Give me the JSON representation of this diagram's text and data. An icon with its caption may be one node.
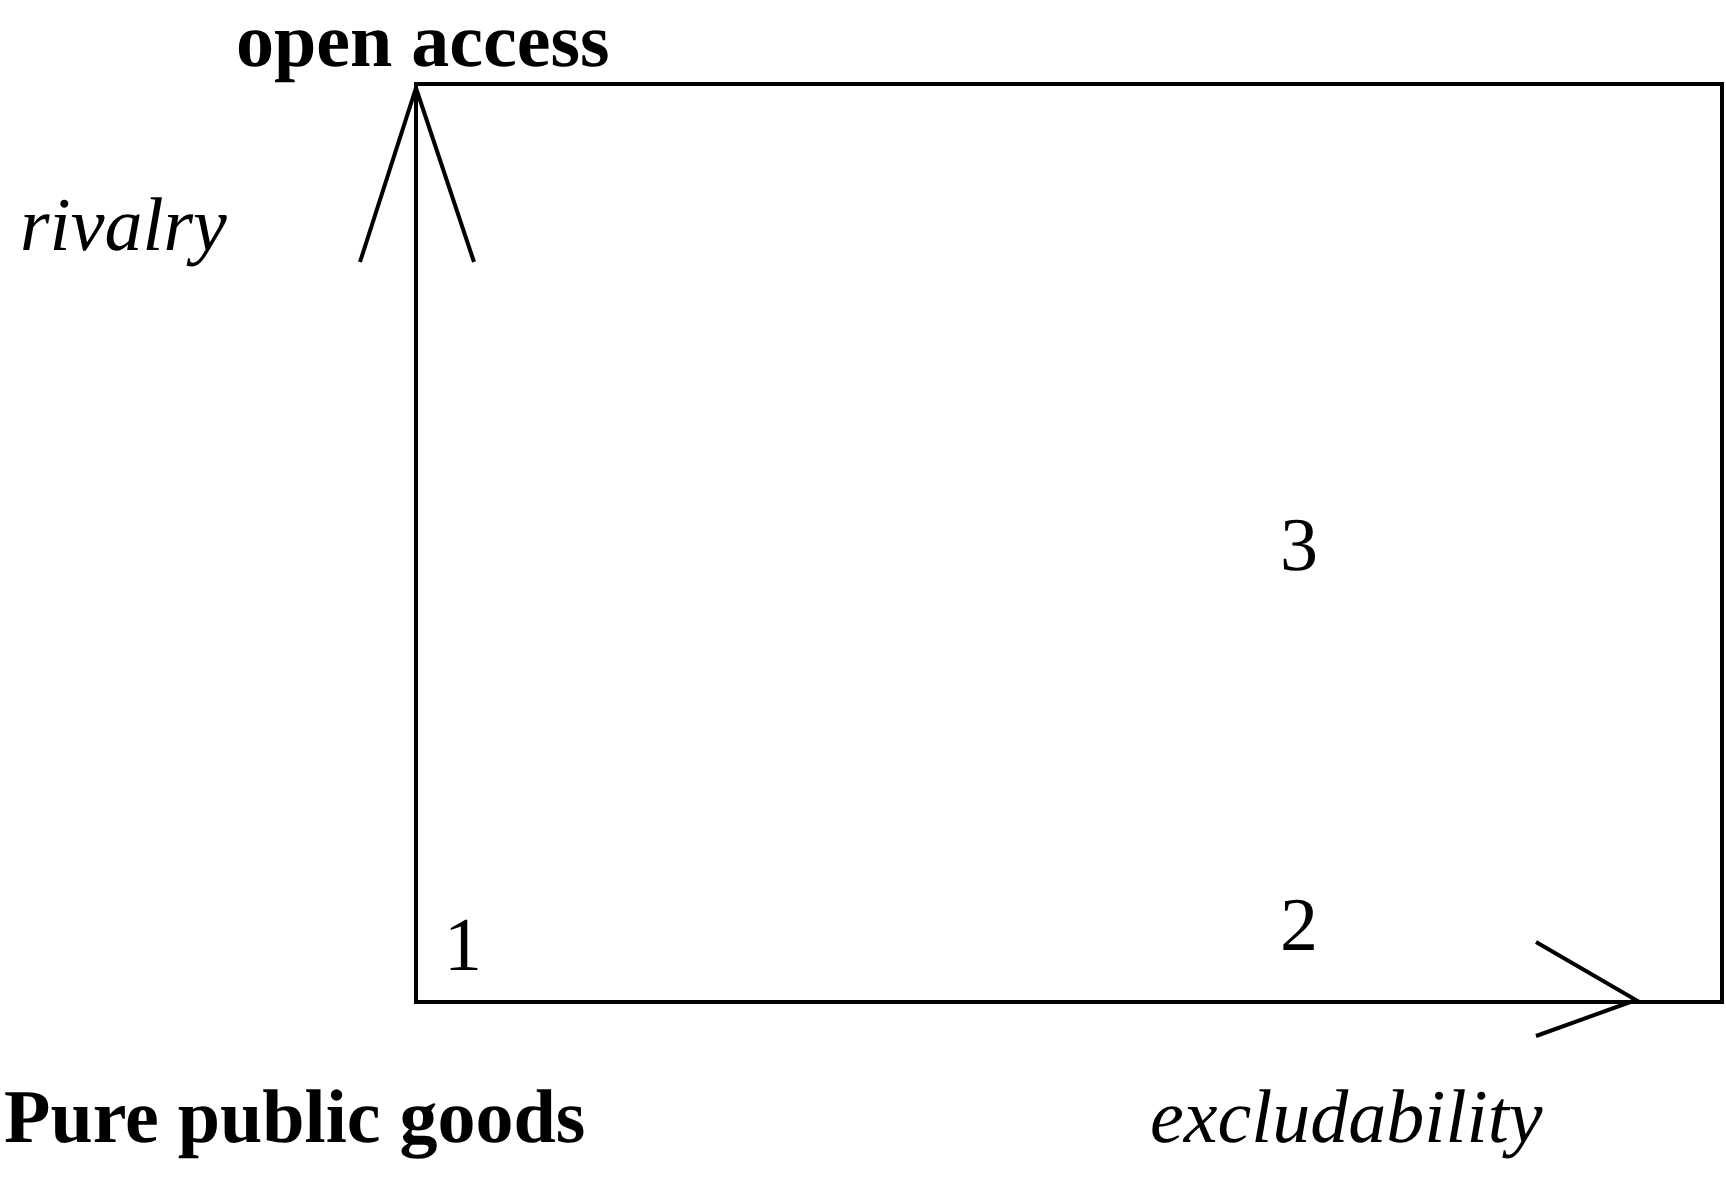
{
  "diagram": {
    "labels": [
      "open access",
      "rivalry",
      "3",
      "2",
      "1",
      "Pure public goods",
      "excludability"
    ]
  }
}
